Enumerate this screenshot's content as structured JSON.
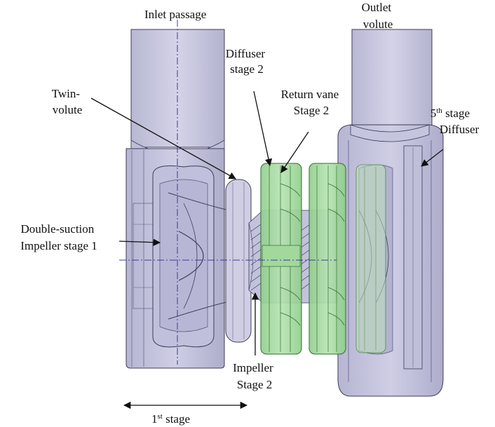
{
  "labels": {
    "inlet_passage": "Inlet passage",
    "outlet_volute_1": "Outlet",
    "outlet_volute_2": "volute",
    "diffuser_stage2_1": "Diffuser",
    "diffuser_stage2_2": "stage 2",
    "return_vane_1": "Return vane",
    "return_vane_2": "Stage 2",
    "twin_volute_1": "Twin-",
    "twin_volute_2": "volute",
    "fifth_stage_num": "5",
    "fifth_stage_sup": "th",
    "fifth_stage_rest": " stage",
    "fifth_stage_2": "Diffuser",
    "double_suction_1": "Double-suction",
    "double_suction_2": "Impeller stage 1",
    "impeller_stage2_1": "Impeller",
    "impeller_stage2_2": "Stage 2",
    "first_stage_num": "1",
    "first_stage_sup": "st",
    "first_stage_rest": " stage"
  },
  "colors": {
    "casing_fill": "#c9c8e0",
    "casing_stroke": "#3d3c5a",
    "green_fill": "#a9dba3",
    "green_stroke": "#2f6e2c",
    "axis_line": "#3c3c9a",
    "text": "#111111"
  }
}
